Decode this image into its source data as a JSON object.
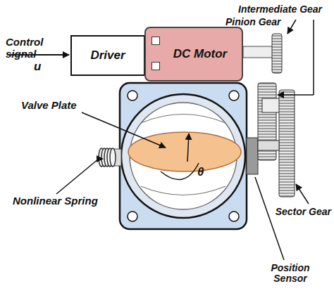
{
  "diagram": {
    "nodes": [
      {
        "text": [
          "Driver"
        ]
      },
      {
        "text": [
          "DC Motor"
        ]
      }
    ],
    "labels": [
      "Control signal",
      "u",
      "Intermediate Gear",
      "Pinion Gear",
      "Valve Plate",
      "θ",
      "Nonlinear Spring",
      "Sector Gear",
      "Position Sensor"
    ]
  }
}
